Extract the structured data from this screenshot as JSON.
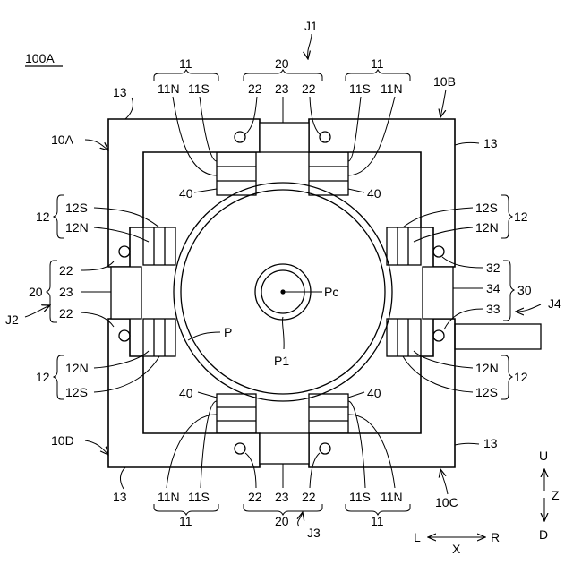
{
  "figure": {
    "title": "100A",
    "labels": {
      "j1": "J1",
      "j2": "J2",
      "j3": "J3",
      "j4": "J4",
      "c10a": "10A",
      "c10b": "10B",
      "c10c": "10C",
      "c10d": "10D",
      "n13": "13",
      "n11": "11",
      "n11n": "11N",
      "n11s": "11S",
      "n12": "12",
      "n12n": "12N",
      "n12s": "12S",
      "n20": "20",
      "n22": "22",
      "n23": "23",
      "n30": "30",
      "n32": "32",
      "n33": "33",
      "n34": "34",
      "n40": "40",
      "p": "P",
      "pc": "Pc",
      "p1": "P1"
    },
    "axes": {
      "u": "U",
      "d": "D",
      "z": "Z",
      "l": "L",
      "r": "R",
      "x": "X"
    }
  }
}
